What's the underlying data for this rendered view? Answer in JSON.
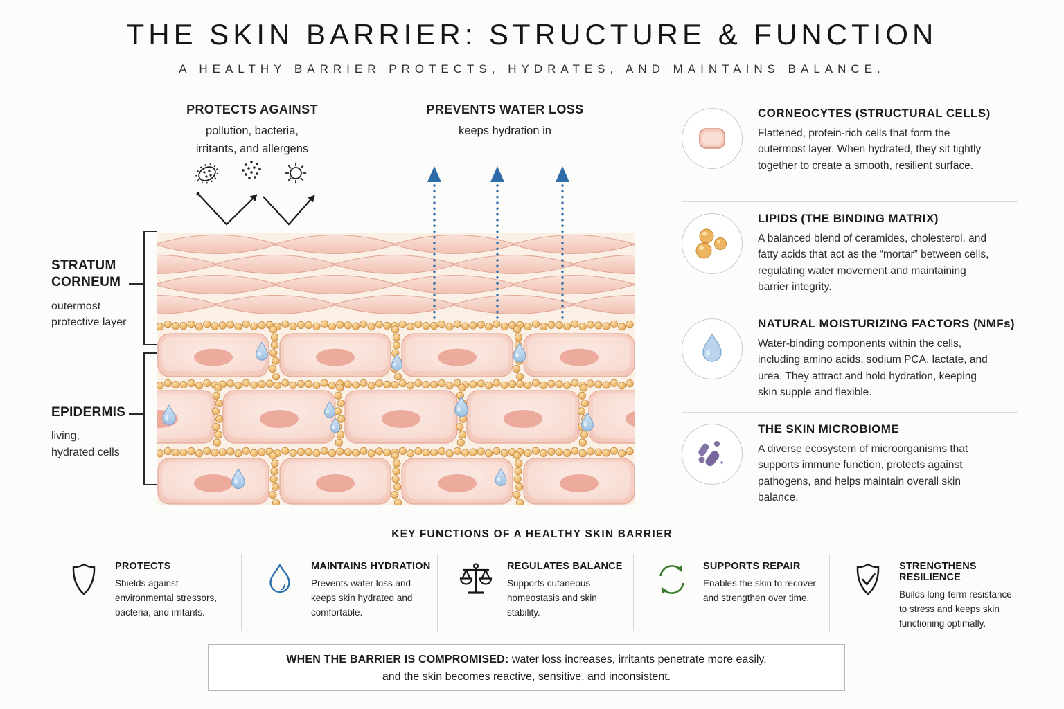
{
  "page_title": "THE SKIN BARRIER: STRUCTURE & FUNCTION",
  "page_subtitle": "A HEALTHY BARRIER PROTECTS, HYDRATES, AND MAINTAINS BALANCE.",
  "annotations": {
    "protects_against": {
      "title": "PROTECTS AGAINST",
      "line1": "pollution, bacteria,",
      "line2": "irritants, and allergens",
      "icons": [
        "bacteria-icon",
        "particles-icon",
        "sun-icon"
      ]
    },
    "prevents_water_loss": {
      "title": "PREVENTS WATER LOSS",
      "line1": "keeps hydration in",
      "icon": "upward-dashed-arrows"
    }
  },
  "layer_labels": {
    "stratum_corneum": {
      "name_line1": "STRATUM",
      "name_line2": "CORNEUM",
      "desc_line1": "outermost",
      "desc_line2": "protective layer"
    },
    "epidermis": {
      "name_line1": "EPIDERMIS",
      "desc_line1": "living,",
      "desc_line2": "hydrated cells"
    }
  },
  "components": [
    {
      "icon": "corneocyte-icon",
      "title": "CORNEOCYTES (STRUCTURAL CELLS)",
      "description": "Flattened, protein-rich cells that form the outermost layer. When hydrated, they sit tightly together to create a smooth, resilient surface."
    },
    {
      "icon": "lipids-icon",
      "title": "LIPIDS (THE BINDING MATRIX)",
      "description": "A balanced blend of ceramides, cholesterol, and fatty acids that act as the “mortar” between cells, regulating water movement and maintaining barrier integrity."
    },
    {
      "icon": "water-droplet-icon",
      "title": "NATURAL MOISTURIZING FACTORS (NMFs)",
      "description": "Water-binding components within the cells, including amino acids, sodium PCA, lactate, and urea. They attract and hold hydration, keeping skin supple and flexible."
    },
    {
      "icon": "microbiome-icon",
      "title": "THE SKIN MICROBIOME",
      "description": "A diverse ecosystem of microorganisms that supports immune function, protects against pathogens, and helps maintain overall skin balance."
    }
  ],
  "key_functions": {
    "heading": "KEY FUNCTIONS OF A HEALTHY SKIN BARRIER",
    "items": [
      {
        "icon": "shield-icon",
        "title": "PROTECTS",
        "description": "Shields against environmental stressors, bacteria, and irritants."
      },
      {
        "icon": "droplet-outline-icon",
        "title": "MAINTAINS HYDRATION",
        "description": "Prevents water loss and keeps skin hydrated and comfortable."
      },
      {
        "icon": "balance-scale-icon",
        "title": "REGULATES BALANCE",
        "description": "Supports cutaneous homeostasis and skin stability."
      },
      {
        "icon": "circular-arrows-icon",
        "title": "SUPPORTS REPAIR",
        "description": "Enables the skin to recover and strengthen over time."
      },
      {
        "icon": "shield-check-icon",
        "title": "STRENGTHENS RESILIENCE",
        "description": "Builds long-term resistance to stress and keeps skin functioning optimally."
      }
    ]
  },
  "footer": {
    "bold_text": "WHEN THE BARRIER IS COMPROMISED:",
    "line1_rest": " water loss increases, irritants penetrate more easily,",
    "line2": "and the skin becomes reactive, sensitive, and inconsistent."
  },
  "colors": {
    "arrow_blue": "#2e6ca9",
    "bead_gold": "#e5a855",
    "cell_pink": "#f5d0c4",
    "nucleus_pink": "#eaa495",
    "droplet_blue": "#aac9e6",
    "microbiome_purple": "#8574a8",
    "repair_green": "#3c7d2f",
    "text_dark": "#1e1e1e"
  }
}
